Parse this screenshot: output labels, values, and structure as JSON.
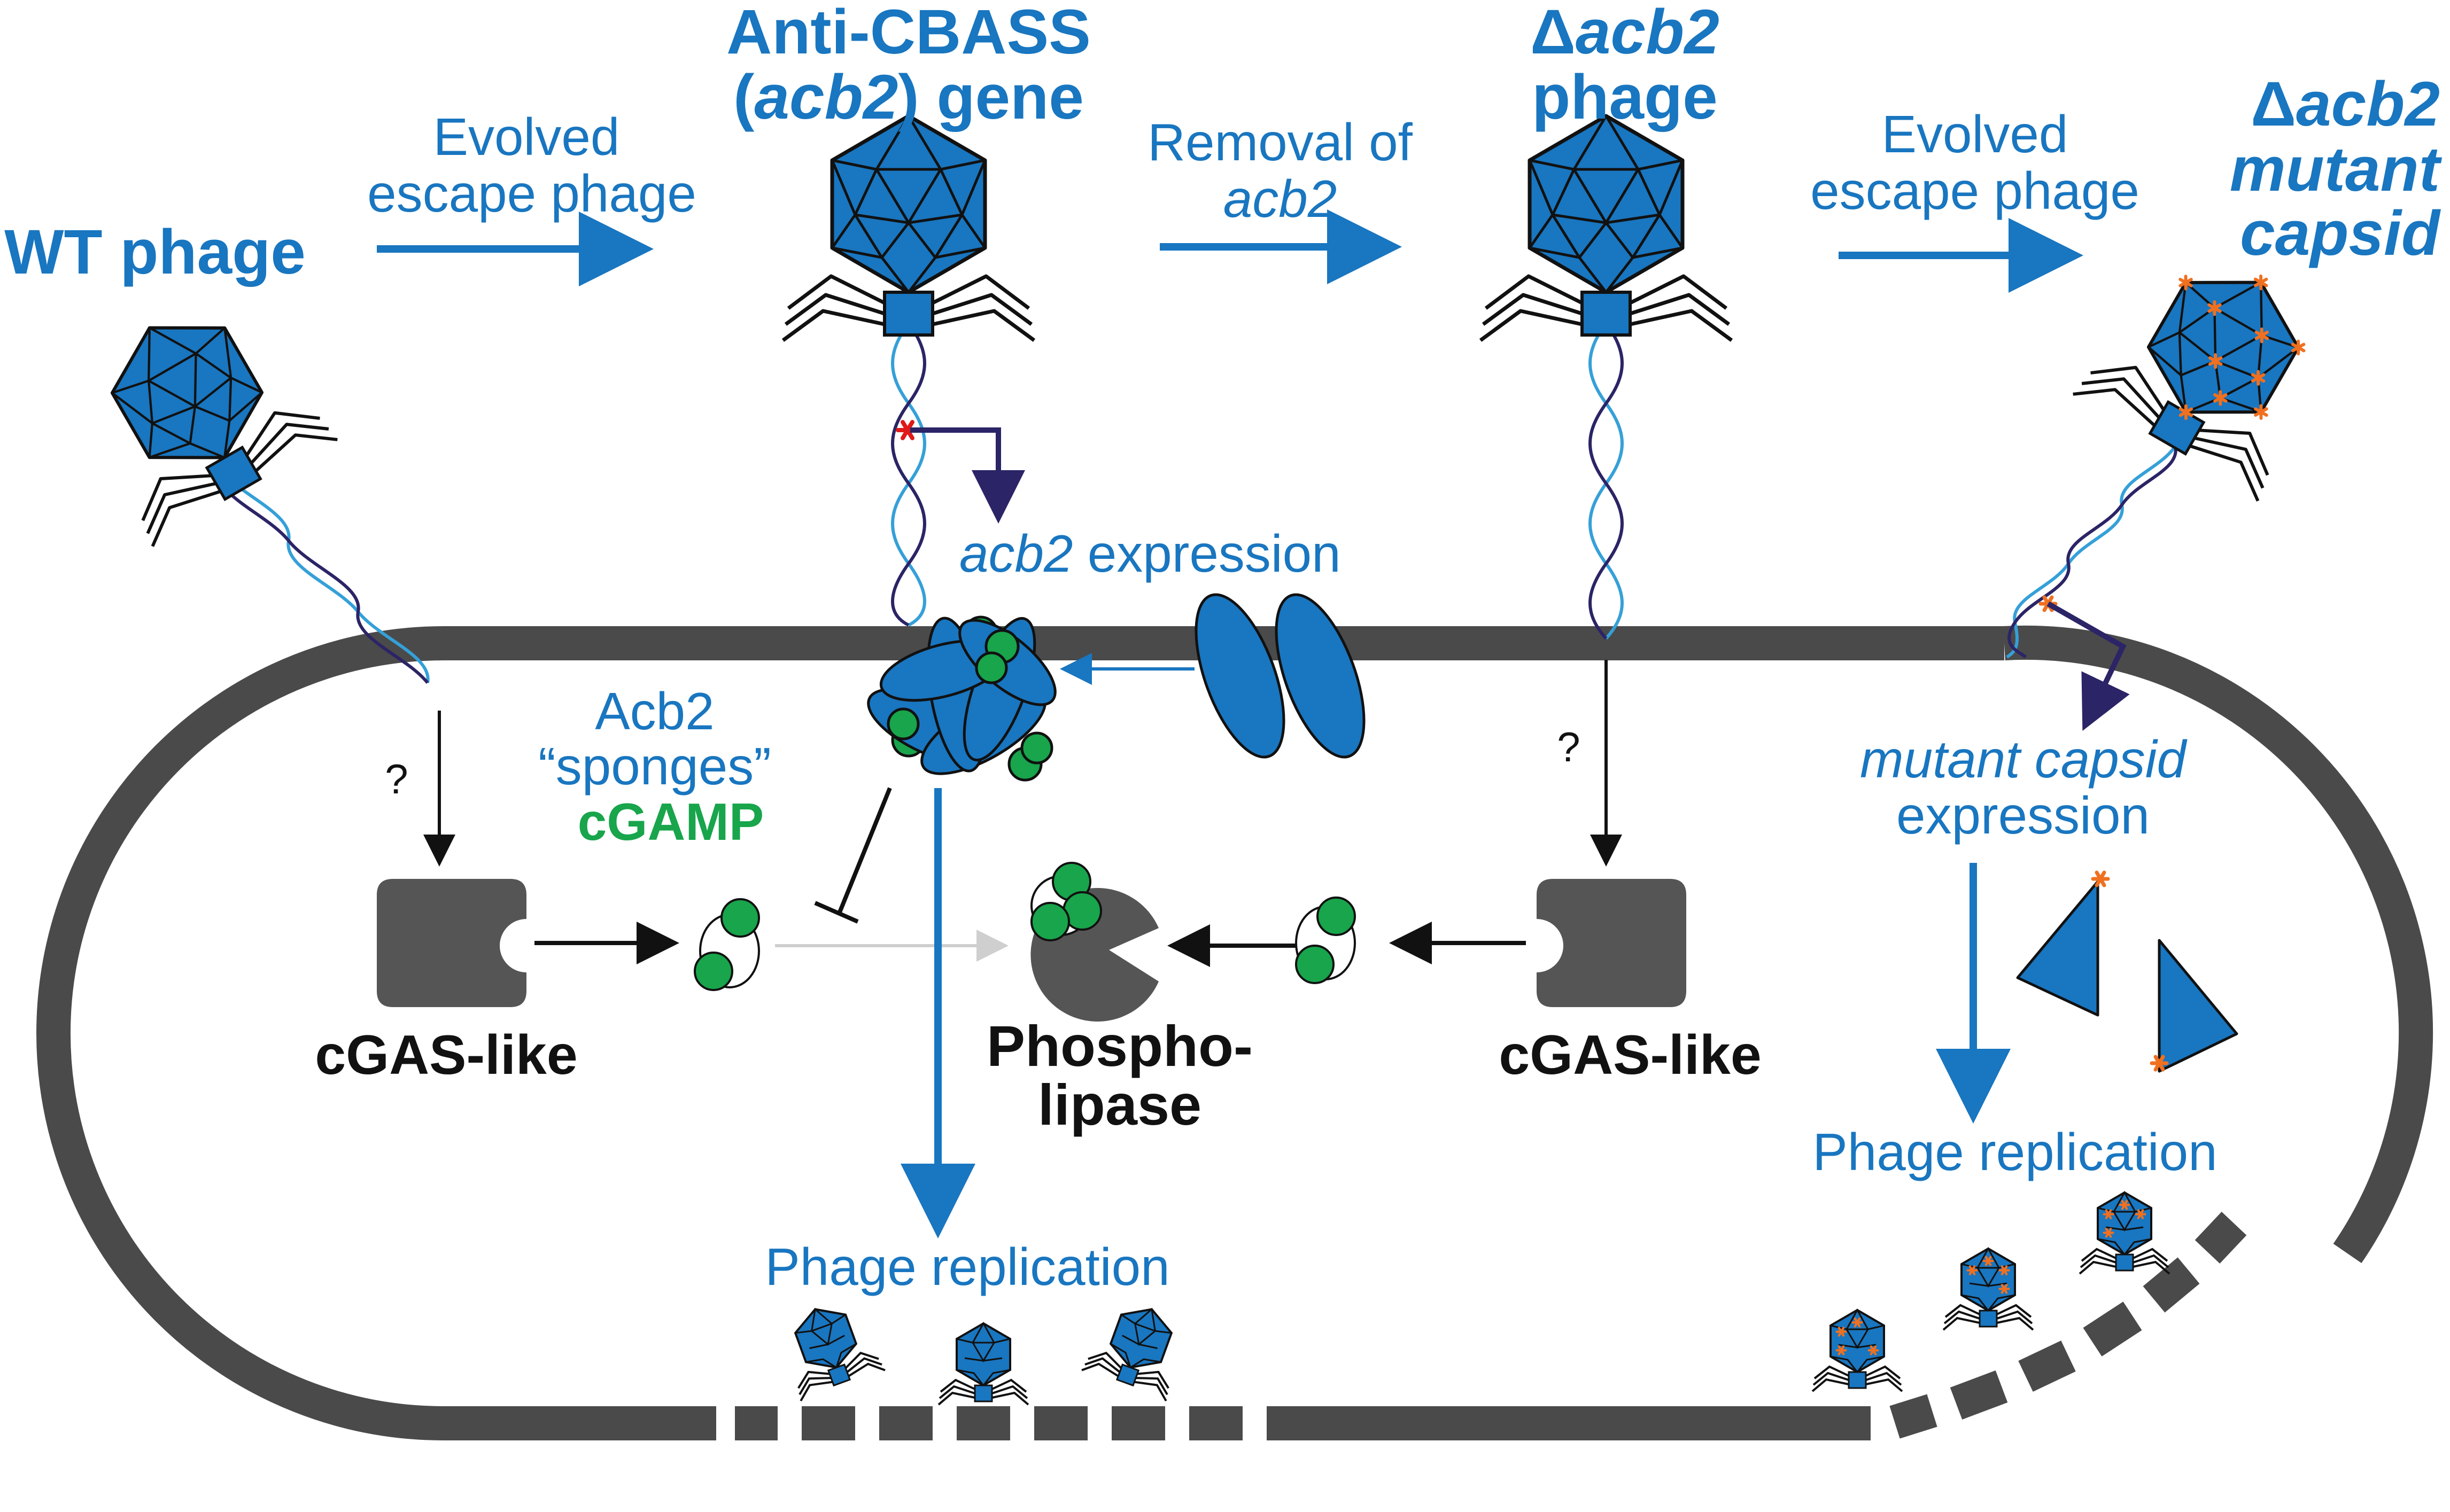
{
  "colors": {
    "phage_blue": "#1976C0",
    "dark_navy": "#2B2466",
    "dna_light": "#35A0D8",
    "membrane": "#4A4A4A",
    "cgamp_green": "#18A54B",
    "mutation_orange": "#F07020",
    "mutation_red": "#E01A1A",
    "arrow_gray": "#CFCFCF"
  },
  "headings": {
    "wt_phage": "WT phage",
    "anti_cbass_line1": "Anti-CBASS",
    "anti_cbass_line2_pre": "(",
    "anti_cbass_line2_italic": "acb2",
    "anti_cbass_line2_post": ") gene",
    "delta_symbol": "Δ",
    "delta_acb2_line1": "acb2",
    "delta_acb2_line2": "phage",
    "mutant_line1": "acb2",
    "mutant_line2": "mutant",
    "mutant_line3": "capsid"
  },
  "transitions": {
    "evolved_1_line1": "Evolved",
    "evolved_1_line2": "escape phage",
    "removal_line1": "Removal of",
    "removal_line2": "acb2",
    "evolved_2_line1": "Evolved",
    "evolved_2_line2": "escape phage"
  },
  "labels": {
    "acb2_expr_italic": "acb2",
    "acb2_expr_rest": " expression",
    "question_1": "?",
    "question_2": "?",
    "acb2": "Acb2",
    "sponges": "“sponges”",
    "cgamp": "cGAMP",
    "cgas_left": "cGAS-like",
    "cgas_right": "cGAS-like",
    "phospho_line1": "Phospho-",
    "phospho_line2": "lipase",
    "phage_replication_1": "Phage replication",
    "mutant_capsid": "mutant capsid",
    "expression": "expression",
    "phage_replication_2": "Phage replication"
  }
}
